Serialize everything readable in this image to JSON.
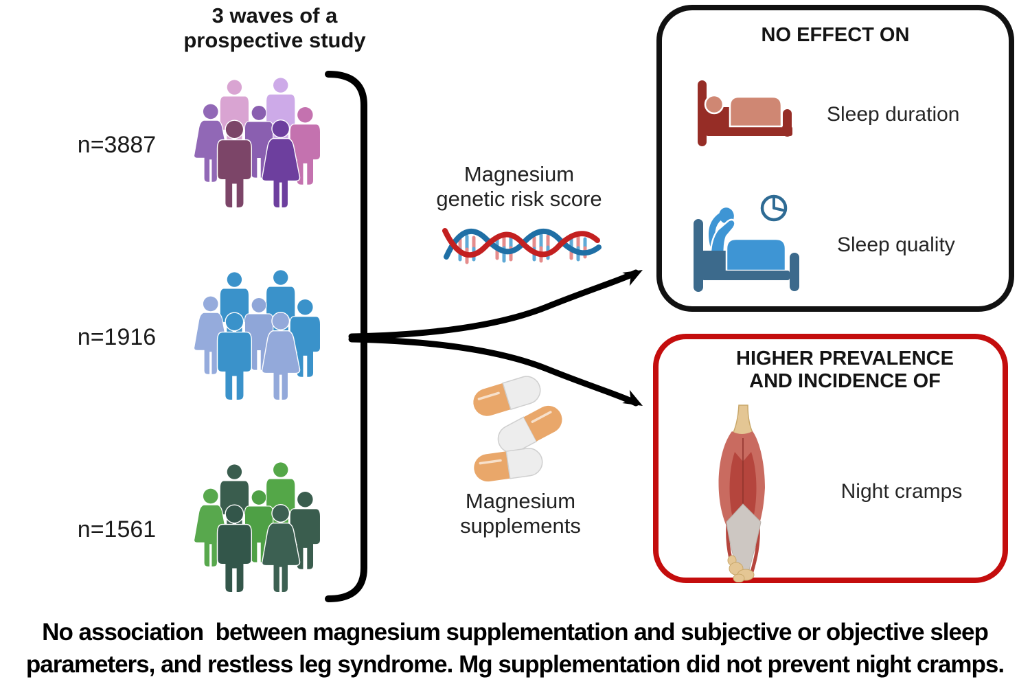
{
  "study": {
    "title": "3 waves of a\nprospective study",
    "cohorts": [
      {
        "label": "n=3887",
        "palette": [
          "#d9a4d2",
          "#cdaae8",
          "#9168b6",
          "#8a5fb0",
          "#c472af",
          "#7c4568",
          "#6d3f9e"
        ]
      },
      {
        "label": "n=1916",
        "palette": [
          "#3a92ca",
          "#3a92ca",
          "#95abdc",
          "#8fa6d8",
          "#3a92ca",
          "#3a92ca",
          "#93a9da"
        ]
      },
      {
        "label": "n=1561",
        "palette": [
          "#3a5d4e",
          "#54a748",
          "#58a84d",
          "#4ea045",
          "#3a5d4e",
          "#33564a",
          "#3c6052"
        ]
      }
    ]
  },
  "exposures": {
    "genetic_label": "Magnesium\ngenetic risk score",
    "supplement_label": "Magnesium\nsupplements"
  },
  "outcomes": {
    "no_effect": {
      "title": "NO EFFECT ON",
      "border_color": "#111111",
      "items": [
        {
          "icon": "bed-sleeper-icon",
          "label": "Sleep duration"
        },
        {
          "icon": "bed-restless-clock-icon",
          "label": "Sleep quality"
        }
      ]
    },
    "higher": {
      "title": "HIGHER PREVALENCE\nAND INCIDENCE OF",
      "border_color": "#c40d0d",
      "items": [
        {
          "icon": "calf-muscle-icon",
          "label": "Night cramps"
        }
      ]
    }
  },
  "caption": {
    "line1": "No association  between magnesium supplementation and subjective or objective sleep",
    "line2": "parameters, and restless leg syndrome. Mg supplementation did not prevent night cramps."
  },
  "icons": {
    "dna": {
      "strand_red": "#c32020",
      "strand_blue": "#1f6fa5",
      "rung_blue": "#5fa9d6",
      "rung_pink": "#e58c8c"
    },
    "bed_red": {
      "frame": "#962d26",
      "soft": "#cf8773"
    },
    "bed_blue": {
      "frame": "#3c6a8c",
      "soft": "#3e95d4",
      "clock": "#2e6b94"
    },
    "pills": {
      "orange": "#e9a76a",
      "white": "#ededed",
      "edge": "#cfcfcf"
    },
    "leg": {
      "muscle": "#b5453d",
      "muscle_light": "#c96b60",
      "tendon": "#cdc7c2",
      "bone": "#e4c694",
      "bone_edge": "#c9a86b",
      "split": "#8e332c"
    },
    "flow": {
      "stroke": "#000000"
    }
  }
}
